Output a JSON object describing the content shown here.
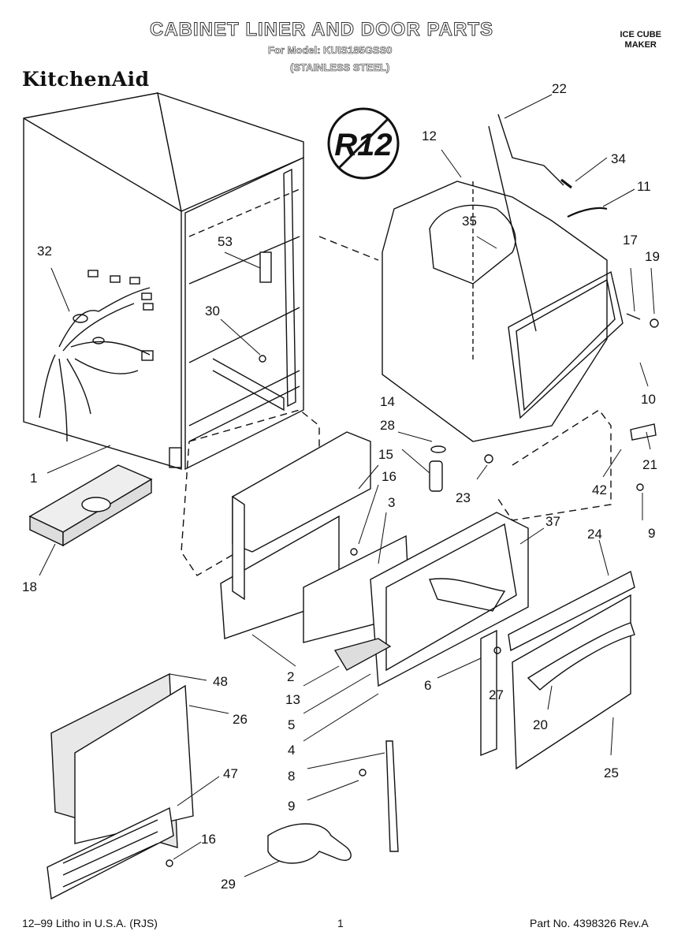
{
  "header": {
    "title": "CABINET LINER AND DOOR PARTS",
    "model_line": "For Model: KUIS185GSS0",
    "finish_line": "(STAINLESS STEEL)",
    "category_line1": "ICE CUBE",
    "category_line2": "MAKER",
    "brand": "KitchenAid",
    "badge": "R12"
  },
  "callouts": {
    "c1": "1",
    "c2": "2",
    "c3": "3",
    "c4": "4",
    "c5": "5",
    "c6": "6",
    "c8": "8",
    "c9a": "9",
    "c9b": "9",
    "c10": "10",
    "c11": "11",
    "c12": "12",
    "c13": "13",
    "c14": "14",
    "c15": "15",
    "c16a": "16",
    "c16b": "16",
    "c17": "17",
    "c18": "18",
    "c19": "19",
    "c20": "20",
    "c21": "21",
    "c22": "22",
    "c23": "23",
    "c24": "24",
    "c25": "25",
    "c26": "26",
    "c27": "27",
    "c28": "28",
    "c29": "29",
    "c30": "30",
    "c32": "32",
    "c34": "34",
    "c35": "35",
    "c37": "37",
    "c42": "42",
    "c47": "47",
    "c48": "48",
    "c53": "53"
  },
  "footer": {
    "left": "12–99 Litho in U.S.A. (RJS)",
    "page": "1",
    "right": "Part No. 4398326 Rev.A"
  }
}
